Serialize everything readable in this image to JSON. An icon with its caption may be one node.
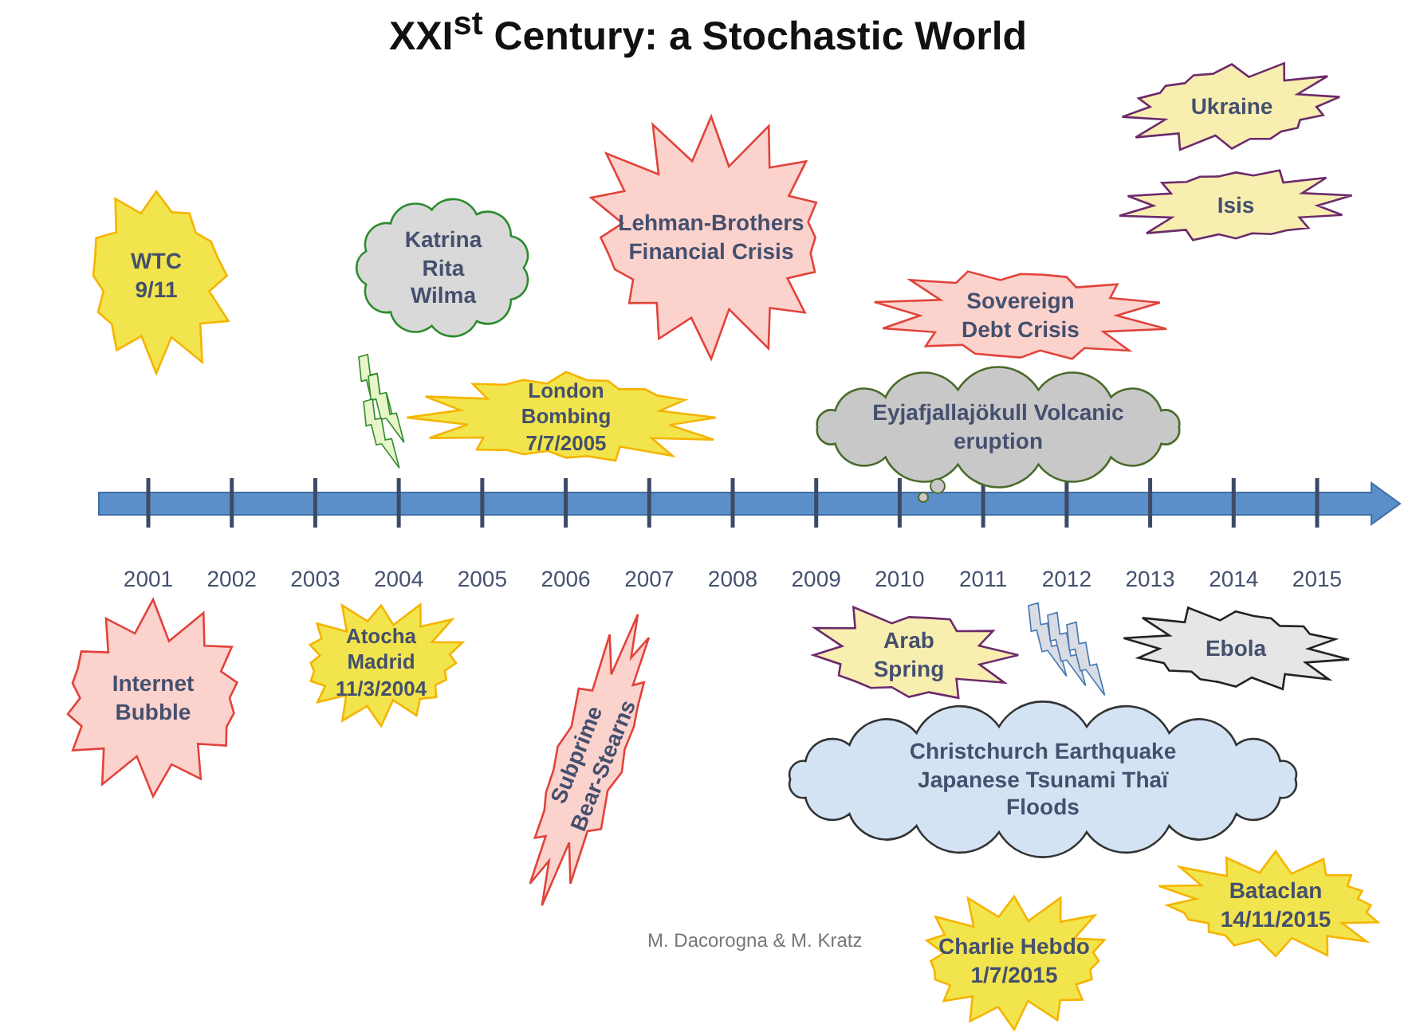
{
  "diagram": {
    "title": "XXI$^{st}$ Century: a Stochastic World",
    "nodes": [
      {
        "text": [
          "WTC 9/11"
        ]
      },
      {
        "text": [
          "Katrina Rita Wilma"
        ]
      },
      {
        "text": [
          "Lehman-Brothers Financial Crisis"
        ]
      },
      {
        "text": [
          "Ukraine"
        ]
      },
      {
        "text": [
          "Isis"
        ]
      },
      {
        "text": [
          "Sovereign Debt Crisis"
        ]
      },
      {
        "text": [
          "London Bombing 7/7/2005"
        ]
      },
      {
        "text": [
          "Eyjafjallajökull Volcanic eruption"
        ]
      },
      {
        "text": [
          "Internet Bubble"
        ]
      },
      {
        "text": [
          "Atocha Madrid 11/3/2004"
        ]
      },
      {
        "text": [
          "Subprime Bear-Stearns"
        ]
      },
      {
        "text": [
          "Arab Spring"
        ]
      },
      {
        "text": [
          "Ebola"
        ]
      },
      {
        "text": [
          "Christchurch Earthquake Japanese Tsunami Thaï Floods"
        ]
      },
      {
        "text": [
          "Bataclan 14/11/2015"
        ]
      },
      {
        "text": [
          "Charlie Hebdo 1/7/2015"
        ]
      }
    ],
    "labels": [
      "2001",
      "2002",
      "2003",
      "2004",
      "2005",
      "2006",
      "2007",
      "2008",
      "2009",
      "2010",
      "2011",
      "2012",
      "2013",
      "2014",
      "2015",
      "M. Dacorogna & M. Kratz"
    ]
  }
}
